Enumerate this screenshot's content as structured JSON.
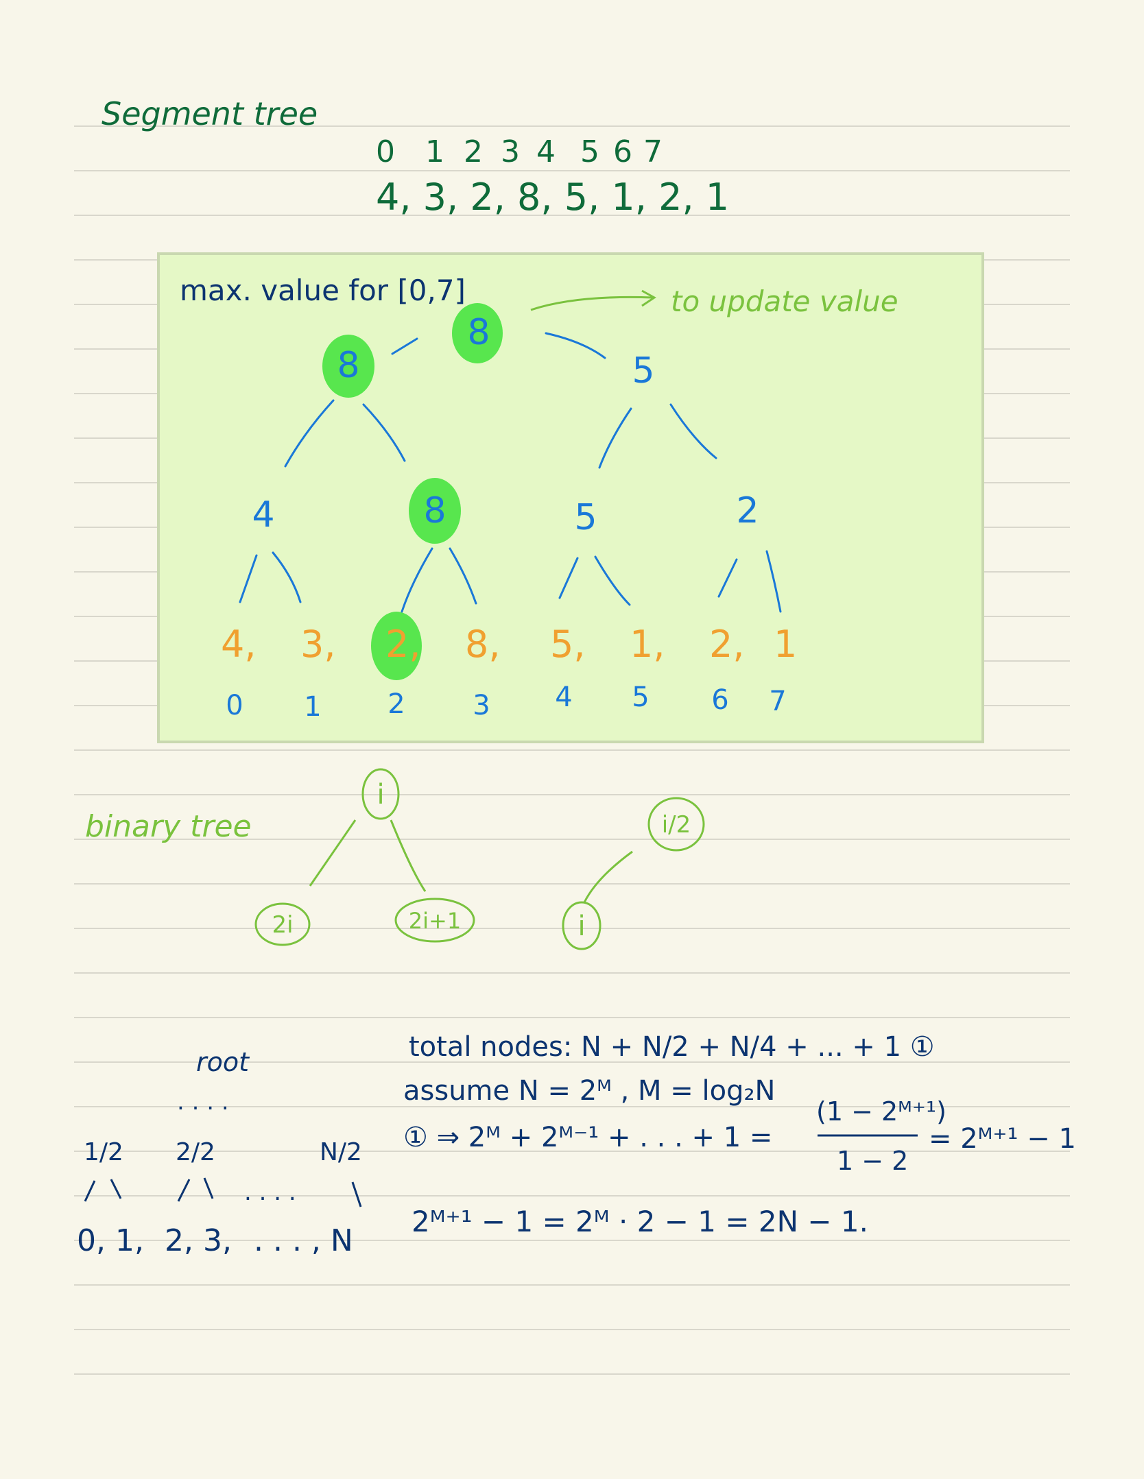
{
  "colors": {
    "paper": "#f8f6ea",
    "rule": "#d9d7cc",
    "dark_green": "#0f6b3a",
    "navy": "#0c3470",
    "blue": "#1a78d8",
    "orange": "#f0a030",
    "light_green": "#7ac23e",
    "highlight": "#58e64e",
    "panel": "#e5f8c6",
    "panel_border": "#c9d8b0"
  },
  "title": "Segment tree",
  "array": {
    "indices": [
      "0",
      "1",
      "2",
      "3",
      "4",
      "5",
      "6",
      "7"
    ],
    "values": "4, 3, 2, 8, 5, 1, 2, 1"
  },
  "segment_tree": {
    "caption": "max. value for [0,7]",
    "annotation": "to update value",
    "root": "8",
    "level1": [
      "8",
      "5"
    ],
    "level2": [
      "4",
      "8",
      "5",
      "2"
    ],
    "leaves": [
      "4,",
      "3,",
      "2,",
      "8,",
      "5,",
      "1,",
      "2,",
      "1"
    ],
    "leaf_indices": [
      "0",
      "1",
      "2",
      "3",
      "4",
      "5",
      "6",
      "7"
    ]
  },
  "binary_tree": {
    "label": "binary tree",
    "parent": "i",
    "left_child": "2i",
    "right_child": "2i+1",
    "child": "i",
    "parent_of_child": "i/2"
  },
  "counting": {
    "root_label": "root",
    "dots_top": ". . . .",
    "mid_labels": [
      "1/2",
      "2/2",
      "N/2"
    ],
    "mid_dots": ". . . .",
    "bottom_labels": [
      "0, 1,",
      "2, 3,",
      ". . . , N"
    ]
  },
  "formulas": {
    "line1": "total nodes:  N + N/2 + N/4 + ... + 1  ①",
    "line2": "assume  N = 2ᴹ ,  M = log₂N",
    "line3": "① ⇒ 2ᴹ + 2ᴹ⁻¹ + . . . + 1 =",
    "fraction_numerator": "(1 − 2ᴹ⁺¹)",
    "fraction_denominator": "1 − 2",
    "fraction_result": "= 2ᴹ⁺¹ − 1",
    "line4": "2ᴹ⁺¹ − 1 = 2ᴹ · 2 − 1 = 2N − 1."
  }
}
